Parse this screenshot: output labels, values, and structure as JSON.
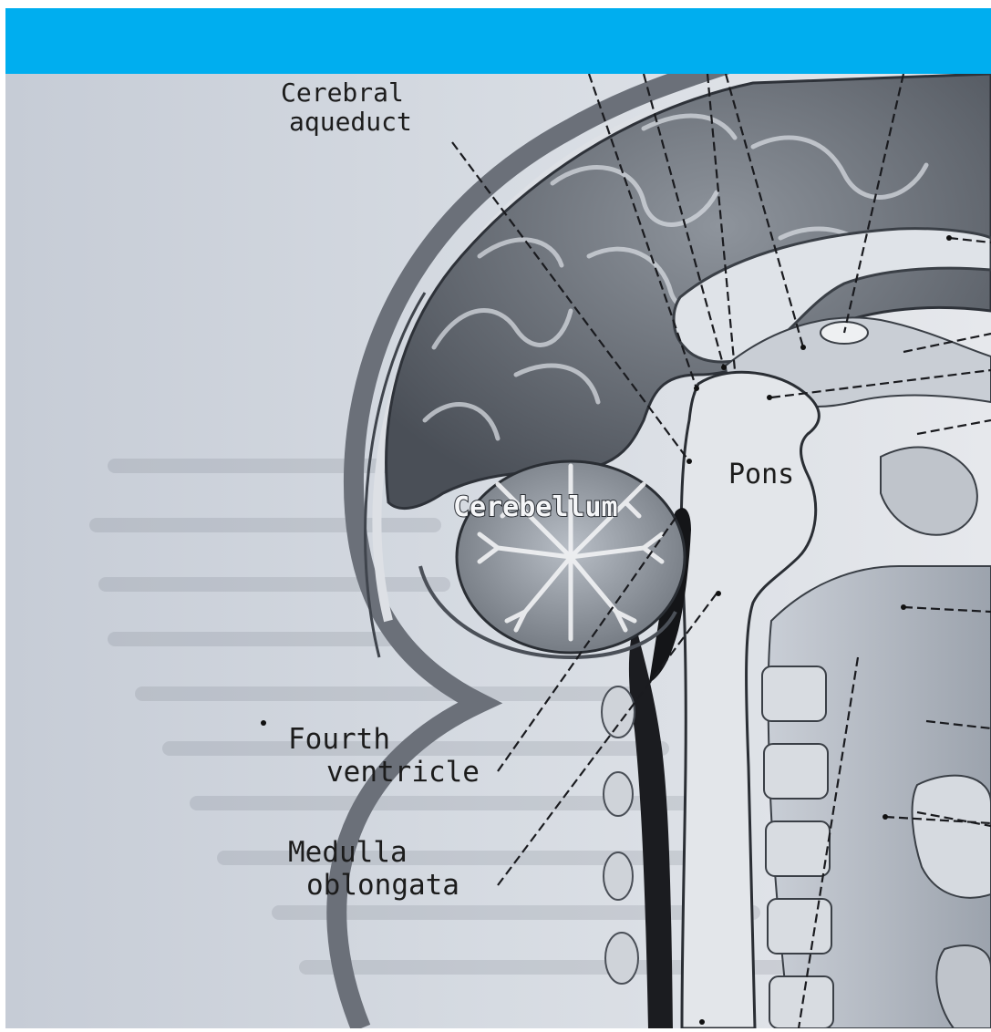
{
  "banner": {
    "color": "#00aeef"
  },
  "labels": {
    "cerebral_aqueduct_line1": "Cerebral",
    "cerebral_aqueduct_line2": "aqueduct",
    "pons": "Pons",
    "cerebellum": "Cerebellum",
    "fourth_ventricle_line1": "Fourth",
    "fourth_ventricle_line2": "ventricle",
    "medulla_line1": "Medulla",
    "medulla_line2": "oblongata"
  }
}
